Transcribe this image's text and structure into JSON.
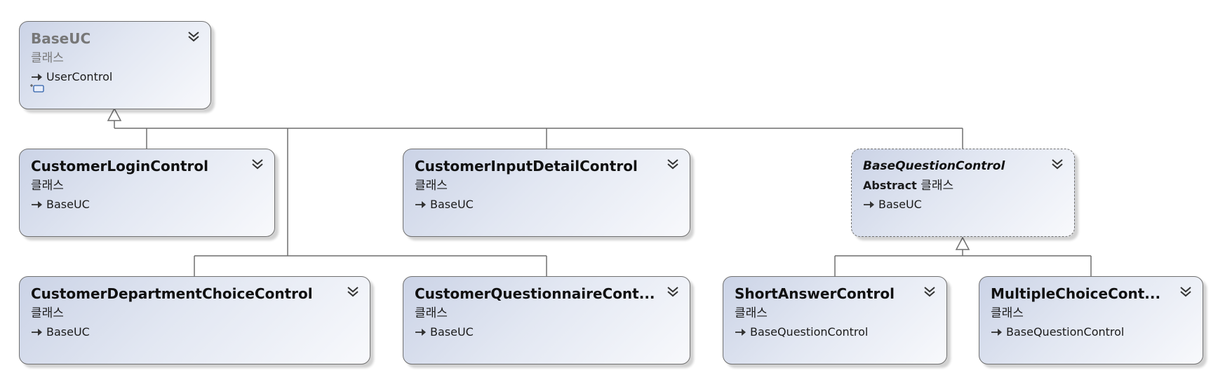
{
  "nodes": {
    "baseuc": {
      "title": "BaseUC",
      "kind": "클래스",
      "parent": "UserControl"
    },
    "customer_login": {
      "title": "CustomerLoginControl",
      "kind": "클래스",
      "parent": "BaseUC"
    },
    "customer_input_detail": {
      "title": "CustomerInputDetailControl",
      "kind": "클래스",
      "parent": "BaseUC"
    },
    "base_question": {
      "title": "BaseQuestionControl",
      "modifier": "Abstract",
      "kind": "클래스",
      "parent": "BaseUC"
    },
    "customer_department": {
      "title": "CustomerDepartmentChoiceControl",
      "kind": "클래스",
      "parent": "BaseUC"
    },
    "customer_questionnaire": {
      "title": "CustomerQuestionnaireCont...",
      "kind": "클래스",
      "parent": "BaseUC"
    },
    "short_answer": {
      "title": "ShortAnswerControl",
      "kind": "클래스",
      "parent": "BaseQuestionControl"
    },
    "multiple_choice": {
      "title": "MultipleChoiceCont...",
      "kind": "클래스",
      "parent": "BaseQuestionControl"
    }
  },
  "colors": {
    "border": "#6f6f6f",
    "connector": "#6f6f6f",
    "fill_start": "#cbd3e6",
    "fill_end": "#f8f9fc"
  }
}
